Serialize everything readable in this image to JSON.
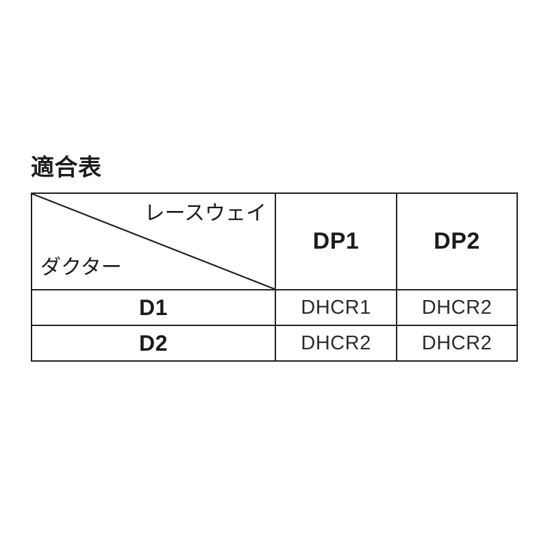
{
  "figure": {
    "title": "適合表",
    "background_color": "#ffffff",
    "border_color": "#231f20",
    "header_fill_color": "#dce1e8"
  },
  "table": {
    "corner": {
      "axis_label_top_right": "レースウェイ",
      "axis_label_bottom_left": "ダクター",
      "diagonal": "diagonal-divider"
    },
    "column_headers": [
      "DP1",
      "DP2"
    ],
    "rows": [
      {
        "label": "D1",
        "cells": [
          "DHCR1",
          "DHCR2"
        ]
      },
      {
        "label": "D2",
        "cells": [
          "DHCR2",
          "DHCR2"
        ]
      }
    ]
  }
}
